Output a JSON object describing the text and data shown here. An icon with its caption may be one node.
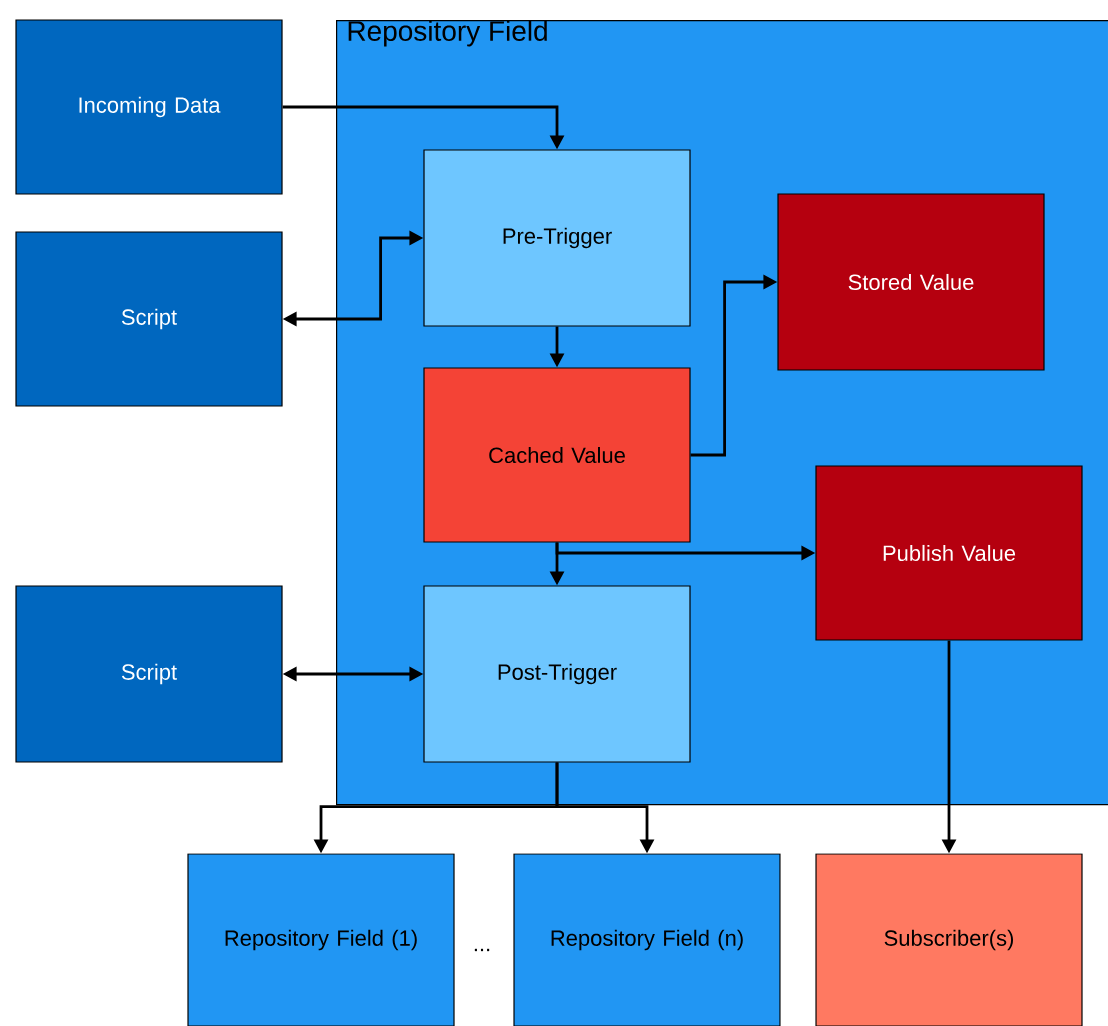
{
  "diagram": {
    "nodes": [
      {
        "text": [
          "Repository Field"
        ]
      },
      {
        "text": [
          "Incoming Data"
        ]
      },
      {
        "text": [
          "Script"
        ]
      },
      {
        "text": [
          "Pre-Trigger"
        ],
        "in": 0
      },
      {
        "text": [
          "Stored Value"
        ],
        "in": 0
      },
      {
        "text": [
          "Cached Value"
        ],
        "in": 0
      },
      {
        "text": [
          "Publish Value"
        ],
        "in": 0
      },
      {
        "text": [
          "Script"
        ]
      },
      {
        "text": [
          "Post-Trigger"
        ],
        "in": 0
      },
      {
        "text": [
          "Repository Field (1)"
        ]
      },
      {
        "text": [
          "Repository Field (n)"
        ]
      },
      {
        "text": [
          "Subscriber(s)"
        ]
      }
    ],
    "edges": [
      {
        "from": 1,
        "to": 3,
        "arrow": "to"
      },
      {
        "from": 2,
        "to": 3,
        "arrow": "both"
      },
      {
        "from": 3,
        "to": 5,
        "arrow": "to"
      },
      {
        "from": 5,
        "to": 4,
        "arrow": "to"
      },
      {
        "from": 5,
        "to": 8,
        "arrow": "to"
      },
      {
        "from": 5,
        "to": 6,
        "arrow": "to"
      },
      {
        "from": 7,
        "to": 8,
        "arrow": "both"
      },
      {
        "from": 8,
        "to": 9,
        "arrow": "to"
      },
      {
        "from": 8,
        "to": 10,
        "arrow": "to"
      },
      {
        "from": 6,
        "to": 11,
        "arrow": "to"
      }
    ],
    "labels": [
      "..."
    ]
  }
}
